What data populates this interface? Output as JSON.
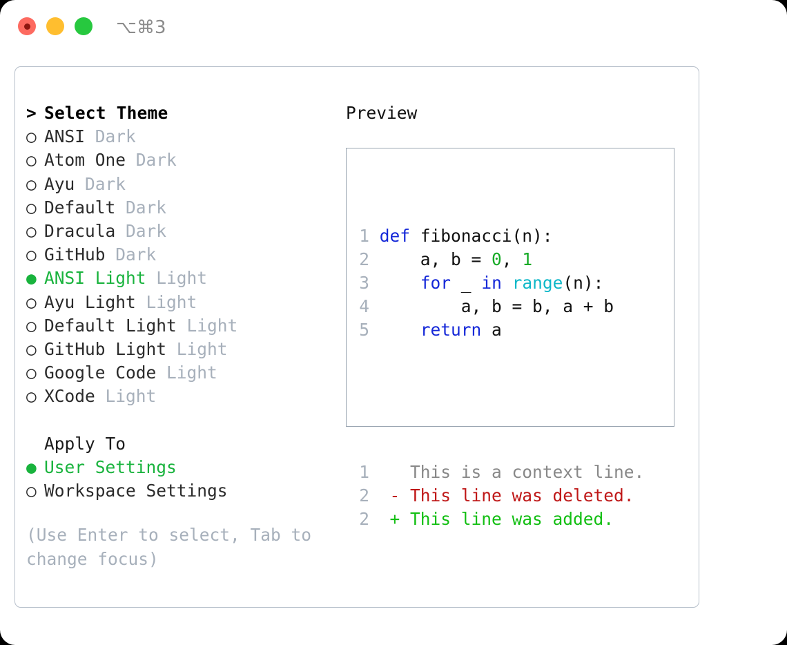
{
  "window": {
    "shortcut": "⌥⌘3",
    "traffic_lights": [
      {
        "name": "close",
        "color": "#fd6a60"
      },
      {
        "name": "minimize",
        "color": "#ffbe2f"
      },
      {
        "name": "zoom",
        "color": "#27c83f"
      }
    ]
  },
  "theme_picker": {
    "heading_marker": ">",
    "heading": "Select Theme",
    "items": [
      {
        "marker": "○",
        "name": "ANSI",
        "suffix": "Dark",
        "selected": false
      },
      {
        "marker": "○",
        "name": "Atom One",
        "suffix": "Dark",
        "selected": false
      },
      {
        "marker": "○",
        "name": "Ayu",
        "suffix": "Dark",
        "selected": false
      },
      {
        "marker": "○",
        "name": "Default",
        "suffix": "Dark",
        "selected": false
      },
      {
        "marker": "○",
        "name": "Dracula",
        "suffix": "Dark",
        "selected": false
      },
      {
        "marker": "○",
        "name": "GitHub",
        "suffix": "Dark",
        "selected": false
      },
      {
        "marker": "●",
        "name": "ANSI Light",
        "suffix": "Light",
        "selected": true
      },
      {
        "marker": "○",
        "name": "Ayu Light",
        "suffix": "Light",
        "selected": false
      },
      {
        "marker": "○",
        "name": "Default Light",
        "suffix": "Light",
        "selected": false
      },
      {
        "marker": "○",
        "name": "GitHub Light",
        "suffix": "Light",
        "selected": false
      },
      {
        "marker": "○",
        "name": "Google Code",
        "suffix": "Light",
        "selected": false
      },
      {
        "marker": "○",
        "name": "XCode",
        "suffix": "Light",
        "selected": false
      }
    ]
  },
  "apply_to": {
    "label": "Apply To",
    "items": [
      {
        "marker": "●",
        "name": "User Settings",
        "selected": true
      },
      {
        "marker": "○",
        "name": "Workspace Settings",
        "selected": false
      }
    ]
  },
  "hint": "(Use Enter to select, Tab to change focus)",
  "preview": {
    "title": "Preview",
    "code_lines": [
      {
        "n": "1",
        "tokens": [
          {
            "t": "def",
            "c": "kw"
          },
          {
            "t": " fibonacci(n):",
            "c": "plain"
          }
        ]
      },
      {
        "n": "2",
        "tokens": [
          {
            "t": "    a, b = ",
            "c": "plain"
          },
          {
            "t": "0",
            "c": "num"
          },
          {
            "t": ", ",
            "c": "plain"
          },
          {
            "t": "1",
            "c": "num"
          }
        ]
      },
      {
        "n": "3",
        "tokens": [
          {
            "t": "    ",
            "c": "plain"
          },
          {
            "t": "for",
            "c": "kw"
          },
          {
            "t": " _ ",
            "c": "plain"
          },
          {
            "t": "in",
            "c": "kw"
          },
          {
            "t": " ",
            "c": "plain"
          },
          {
            "t": "range",
            "c": "fn"
          },
          {
            "t": "(n):",
            "c": "plain"
          }
        ]
      },
      {
        "n": "4",
        "tokens": [
          {
            "t": "        a, b = b, a + b",
            "c": "plain"
          }
        ]
      },
      {
        "n": "5",
        "tokens": [
          {
            "t": "    ",
            "c": "plain"
          },
          {
            "t": "return",
            "c": "kw"
          },
          {
            "t": " a",
            "c": "plain"
          }
        ]
      }
    ],
    "diff_lines": [
      {
        "n": "1",
        "sign": " ",
        "text": " This is a context line.",
        "kind": "ctx"
      },
      {
        "n": "2",
        "sign": "-",
        "text": " This line was deleted.",
        "kind": "del"
      },
      {
        "n": "2",
        "sign": "+",
        "text": " This line was added.",
        "kind": "add"
      }
    ]
  },
  "colors": {
    "accent_green": "#19b33d",
    "muted": "#a7b0bb",
    "keyword": "#1528d8",
    "function": "#0fb8c8",
    "number": "#15aa25",
    "deleted": "#bf1717",
    "added": "#13bf13",
    "border": "#9aa5b1"
  }
}
